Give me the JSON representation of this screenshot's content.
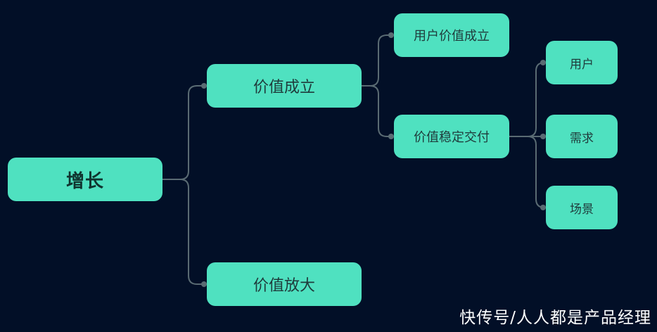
{
  "diagram": {
    "root": {
      "label": "增长"
    },
    "branches": {
      "value_established": {
        "label": "价值成立"
      },
      "value_amplified": {
        "label": "价值放大"
      }
    },
    "sub_branches": {
      "user_value_established": {
        "label": "用户价值成立"
      },
      "value_stable_delivery": {
        "label": "价值稳定交付"
      }
    },
    "leaves": {
      "user": {
        "label": "用户"
      },
      "demand": {
        "label": "需求"
      },
      "scenario": {
        "label": "场景"
      }
    }
  },
  "watermark": {
    "text": "快传号/人人都是产品经理"
  },
  "colors": {
    "background": "#020f27",
    "node_fill": "#4fe1c0",
    "connector": "#5a6b73",
    "text_dark": "#1f3b3b",
    "watermark": "#ffffff"
  }
}
